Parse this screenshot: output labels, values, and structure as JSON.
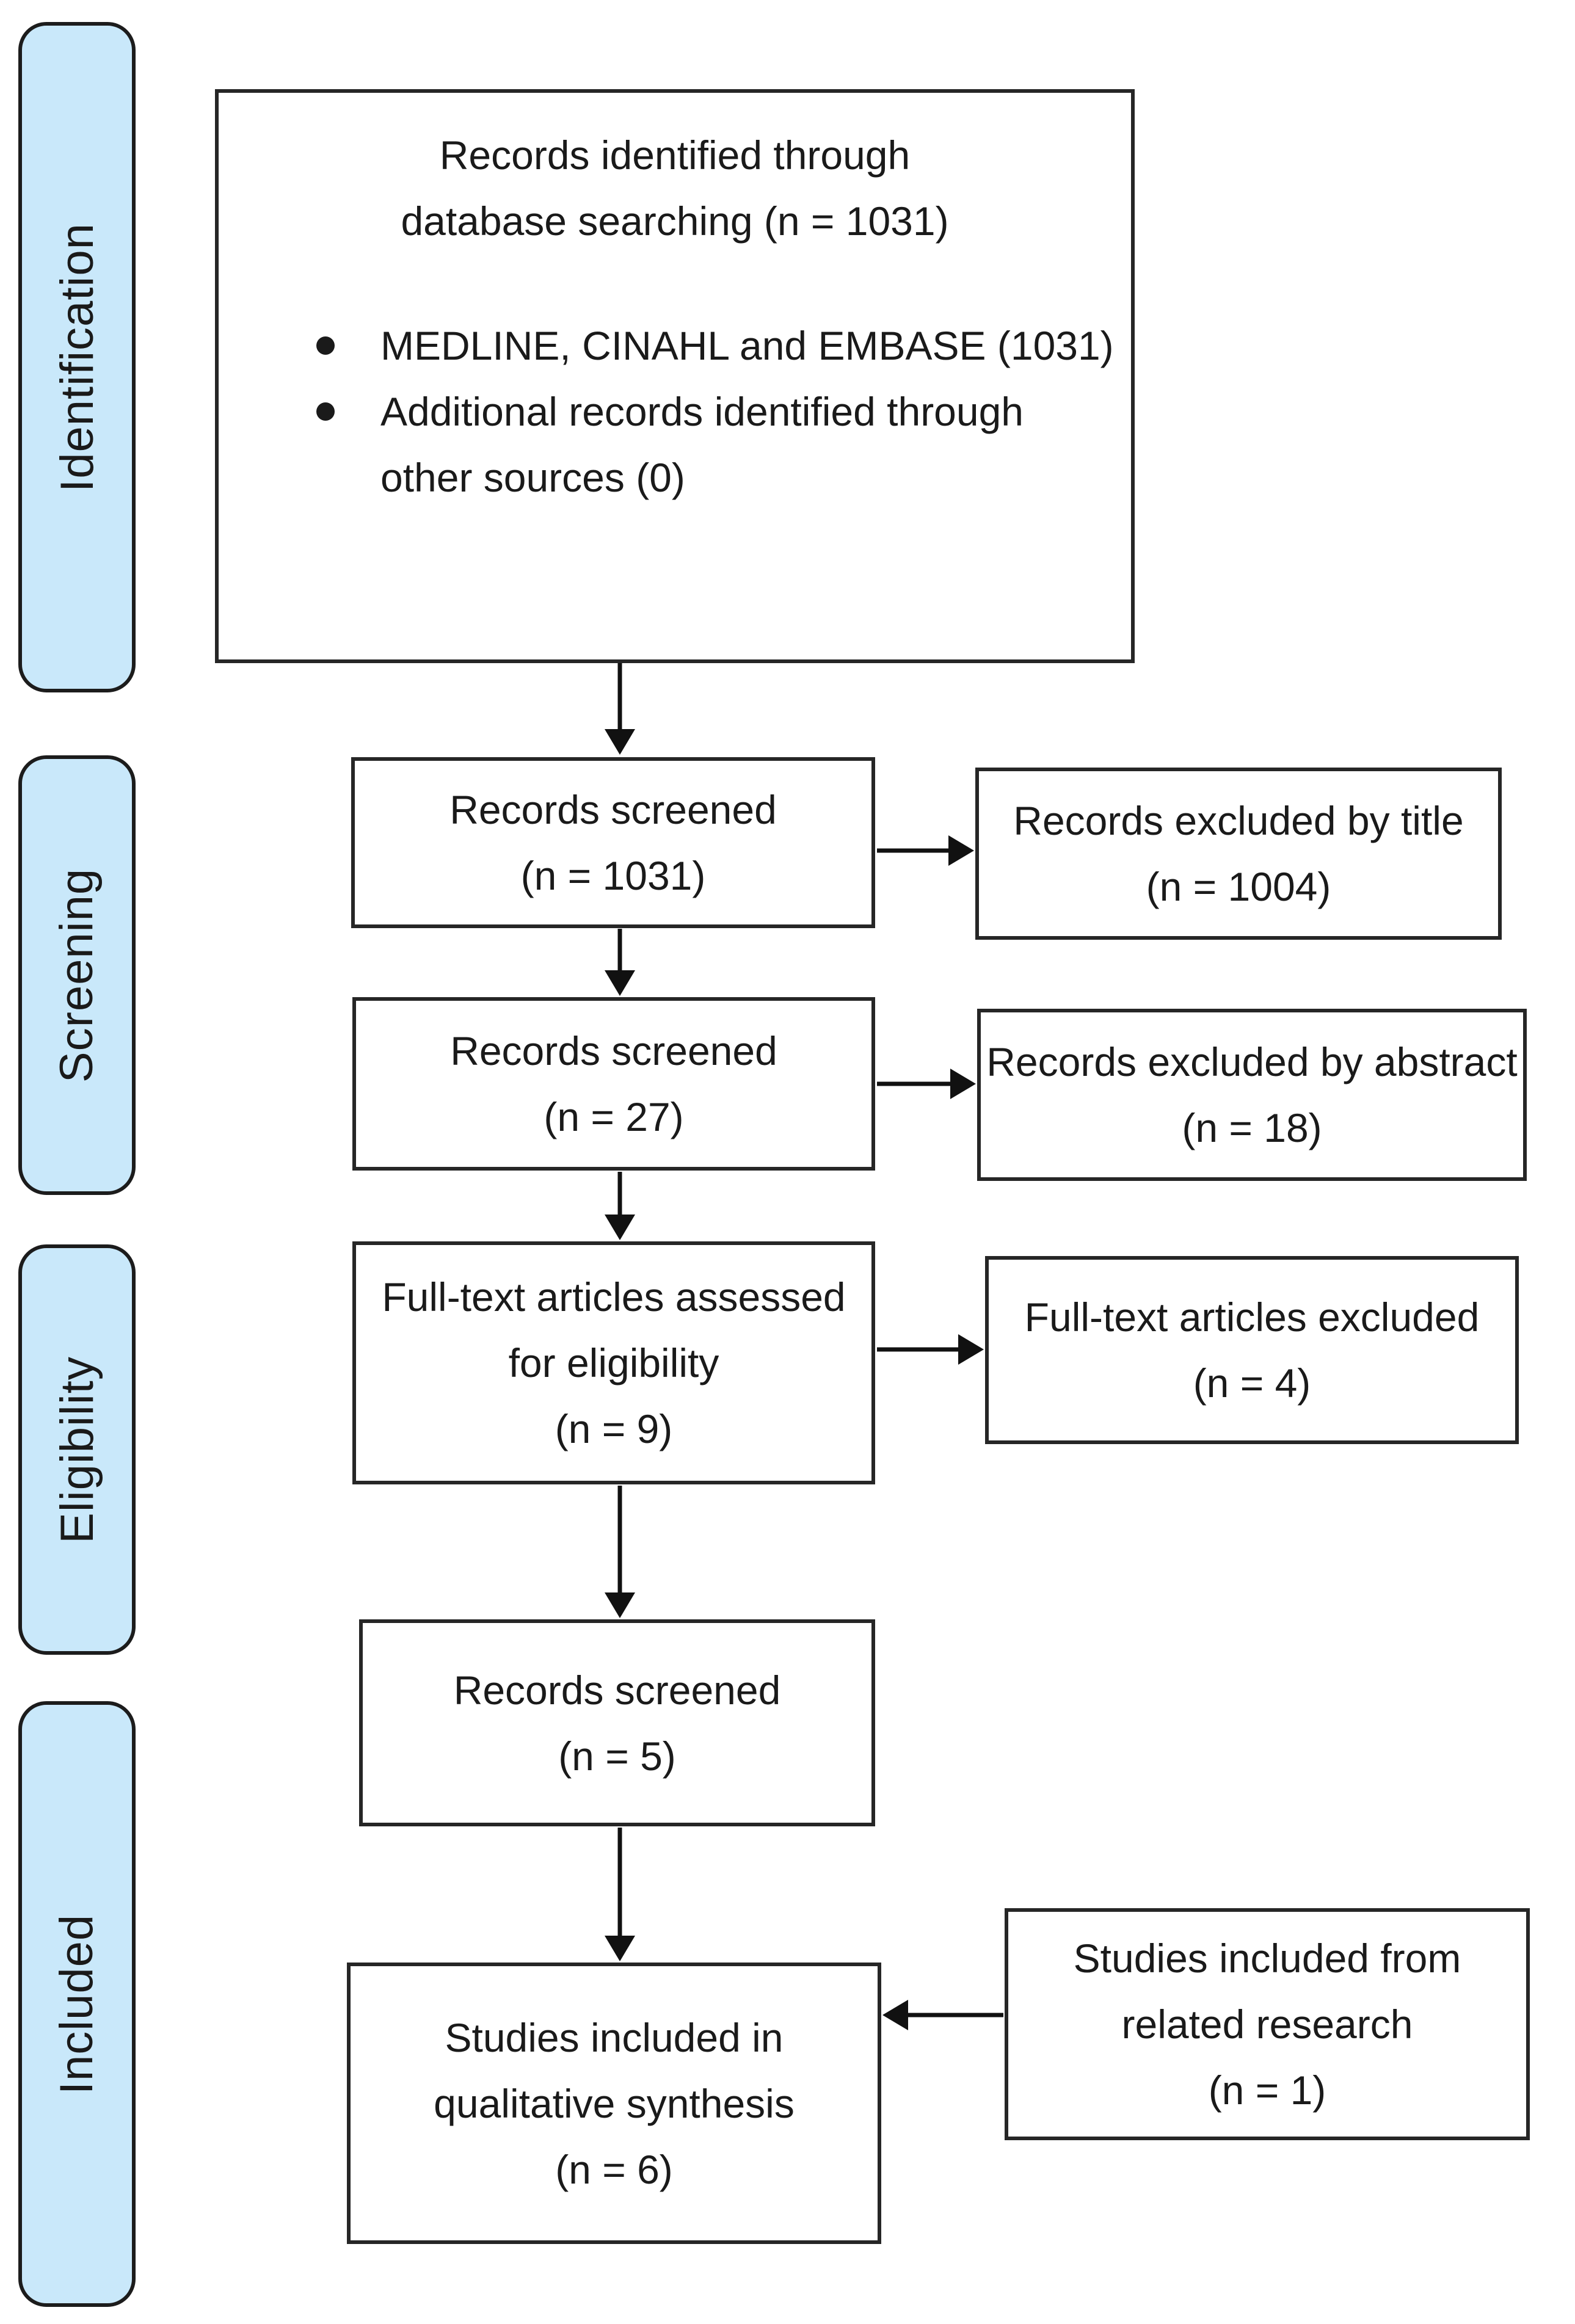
{
  "colors": {
    "stage_fill": "#c9e8fa",
    "stage_border": "#1c1c1c",
    "box_border": "#262626",
    "text": "#1a1a1a",
    "arrow": "#111111",
    "page_bg": "#ffffff"
  },
  "stages": [
    {
      "label": "Identification"
    },
    {
      "label": "Screening"
    },
    {
      "label": "Eligibility"
    },
    {
      "label": "Included"
    }
  ],
  "boxes": {
    "identified": {
      "title_lines": [
        "Records identified through",
        "database searching (n = 1031)"
      ],
      "bullet_1": "MEDLINE, CINAHL and EMBASE (1031)",
      "bullet_2_lines": [
        "Additional records identified through",
        "other sources (0)"
      ]
    },
    "screened_1031": {
      "lines": [
        "Records screened",
        "(n = 1031)"
      ]
    },
    "excluded_title": {
      "lines": [
        "Records excluded by title",
        "(n = 1004)"
      ]
    },
    "screened_27": {
      "lines": [
        "Records screened",
        "(n = 27)"
      ]
    },
    "excluded_abstract": {
      "lines": [
        "Records excluded by abstract",
        "(n = 18)"
      ]
    },
    "fulltext_assessed": {
      "lines": [
        "Full-text articles assessed",
        "for eligibility",
        "(n = 9)"
      ]
    },
    "fulltext_excluded": {
      "lines": [
        "Full-text articles excluded",
        "(n = 4)"
      ]
    },
    "screened_5": {
      "lines": [
        "Records screened",
        "(n = 5)"
      ]
    },
    "qualitative_synthesis": {
      "lines": [
        "Studies included in",
        "qualitative synthesis",
        "(n = 6)"
      ]
    },
    "related_research": {
      "lines": [
        "Studies included from",
        "related research",
        "(n = 1)"
      ]
    }
  }
}
